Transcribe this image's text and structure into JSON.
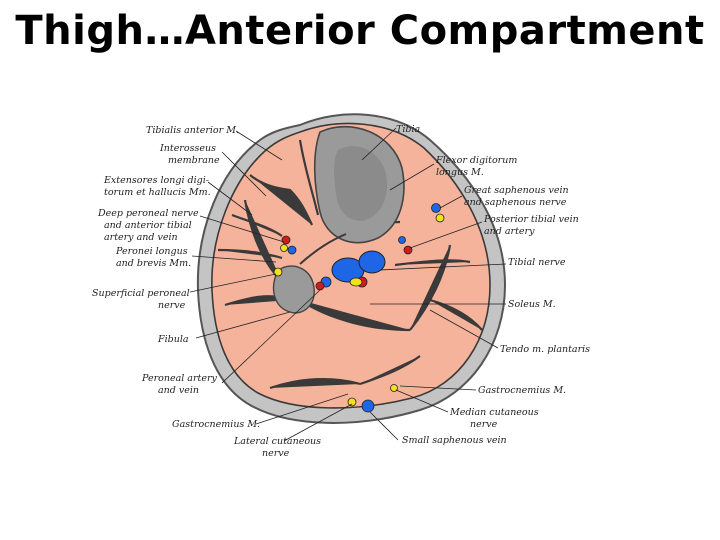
{
  "title": "Thigh…Anterior Compartment",
  "colors": {
    "skin_ring": "#c4c4c4",
    "muscle": "#f6b39c",
    "bone": "#9a9a9a",
    "bone_marrow": "#8b8b8b",
    "fascia": "#3a3a3a",
    "vein": "#1e66e6",
    "artery": "#d11c1c",
    "nerve": "#f2e21b"
  },
  "labels": {
    "tibialis_anterior": "Tibialis anterior M.",
    "interosseus_1": "Interosseus",
    "interosseus_2": "membrane",
    "extensores_1": "Extensores longi digi-",
    "extensores_2": "torum et hallucis Mm.",
    "deep_peroneal_1": "Deep peroneal nerve",
    "deep_peroneal_2": "and anterior tibial",
    "deep_peroneal_3": "artery and vein",
    "peronei_1": "Peronei longus",
    "peronei_2": "and brevis Mm.",
    "superficial_peroneal_1": "Superficial peroneal",
    "superficial_peroneal_2": "nerve",
    "fibula": "Fibula",
    "peroneal_artery_1": "Peroneal artery",
    "peroneal_artery_2": "and vein",
    "gastrocnemius_left": "Gastrocnemius M.",
    "lateral_cutaneous_1": "Lateral cutaneous",
    "lateral_cutaneous_2": "nerve",
    "tibia": "Tibia",
    "flexor_1": "Flexor digitorum",
    "flexor_2": "longus M.",
    "great_saphenous_1": "Great saphenous vein",
    "great_saphenous_2": "and saphenous nerve",
    "posterior_tibial_1": "Posterior tibial vein",
    "posterior_tibial_2": "and artery",
    "tibial_nerve": "Tibial nerve",
    "soleus": "Soleus M.",
    "tendo": "Tendo m. plantaris",
    "gastrocnemius_right": "Gastrocnemius M.",
    "median_cutaneous_1": "Median cutaneous",
    "median_cutaneous_2": "nerve",
    "small_saphenous": "Small saphenous vein"
  }
}
